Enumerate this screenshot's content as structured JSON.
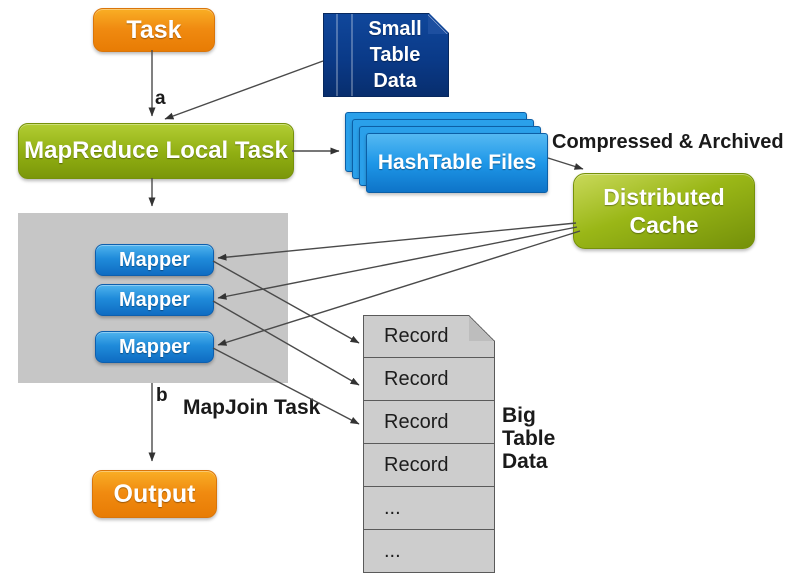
{
  "colors": {
    "orange-top": "#F9AE25",
    "orange-bottom": "#E87C04",
    "green-top": "#B2CD33",
    "green-bottom": "#7B970A",
    "cache-top": "#C9D95A",
    "cache-bottom": "#74900A",
    "blue-top": "#55B9F2",
    "blue-mid": "#1E97E8",
    "blue-bottom": "#0E74C8",
    "mapper-top": "#4FB3EE",
    "mapper-bottom": "#0F6CC2",
    "sheet-back": "#2AA0EA",
    "sheet-border": "#0C5FA6",
    "navy-top": "#10479B",
    "navy-bottom": "#082E6E",
    "panel-gray": "#C6C6C6",
    "record-fill": "#CDCDCD",
    "record-border": "#5A5A5A",
    "arrow": "#4A4A4A",
    "label": "#1A1A1A"
  },
  "nodes": {
    "task": {
      "label": "Task"
    },
    "small_table_data": {
      "lines": [
        "Small",
        "Table",
        "Data"
      ]
    },
    "mapreduce_local_task": {
      "label": "MapReduce Local Task"
    },
    "hashtable_files": {
      "label": "HashTable Files"
    },
    "distributed_cache": {
      "lines": [
        "Distributed",
        "Cache"
      ]
    },
    "mappers": [
      "Mapper",
      "Mapper",
      "Mapper"
    ],
    "records": [
      "Record",
      "Record",
      "Record",
      "Record",
      "...",
      "..."
    ],
    "big_table_data": {
      "lines": [
        "Big",
        "Table",
        "Data"
      ]
    },
    "output": {
      "label": "Output"
    }
  },
  "labels": {
    "a": "a",
    "b": "b",
    "compressed_archived": "Compressed & Archived",
    "mapjoin_task": "MapJoin Task"
  }
}
